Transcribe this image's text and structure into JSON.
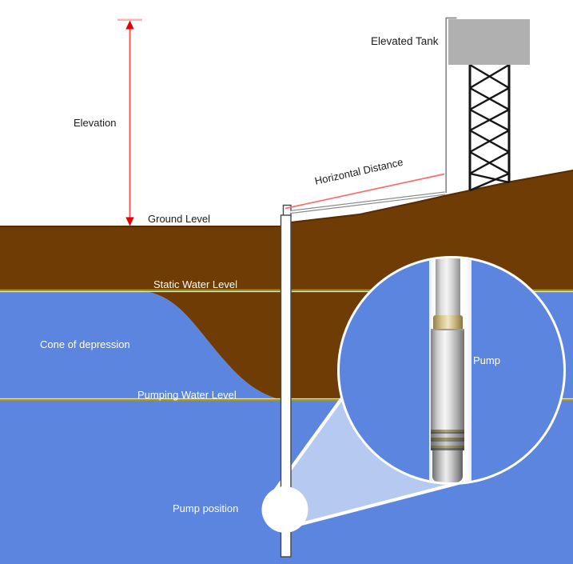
{
  "diagram": {
    "name": "well-pump-elevation-diagram",
    "labels": {
      "elevation": "Elevation",
      "ground_level": "Ground Level",
      "elevated_tank": "Elevated Tank",
      "horizontal_distance": "Horizontal Distance",
      "static_water_level": "Static Water Level",
      "cone_of_depression": "Cone of depression",
      "pumping_water_level": "Pumping Water Level",
      "pump_position": "Pump position",
      "pump": "Pump"
    }
  },
  "colors": {
    "soil": "#6e3c04",
    "water": "#5b85de",
    "water_level_line": "#a49b1f",
    "callout_fill": "#b6c9f0",
    "tank": "#b0b0b0",
    "elevation_arrow": "#e60000",
    "arrow_shaft": "#ff5a5a",
    "distance_line": "#ff6b6b"
  }
}
